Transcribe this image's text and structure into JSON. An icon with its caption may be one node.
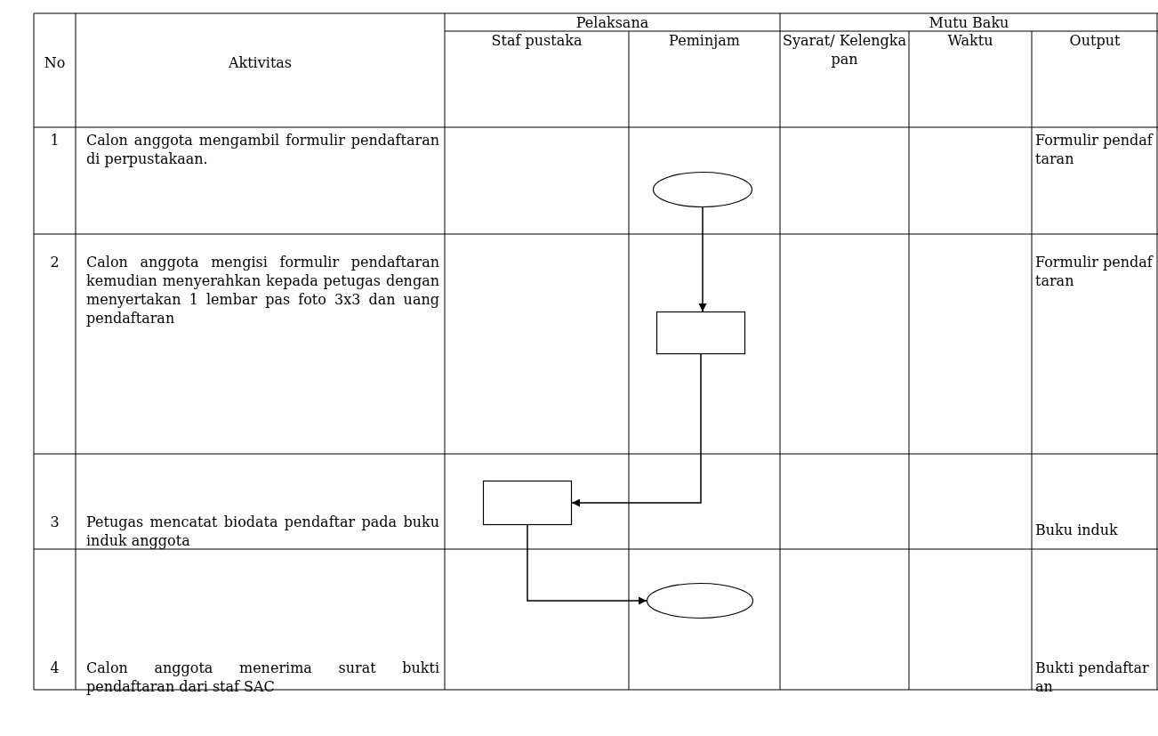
{
  "diagram": {
    "nodes": [
      {
        "text": [],
        "shape": "ellipse"
      },
      {
        "text": [],
        "shape": "box"
      },
      {
        "text": [],
        "shape": "box"
      },
      {
        "text": [],
        "shape": "ellipse"
      }
    ],
    "edges": [
      {
        "from": 0,
        "to": 1,
        "arrow": "to"
      },
      {
        "from": 1,
        "to": 2,
        "arrow": "to"
      },
      {
        "from": 2,
        "to": 3,
        "arrow": "to"
      }
    ],
    "labels": [
      "No",
      "Aktivitas",
      "Pelaksana",
      "Mutu Baku",
      "Staf pustaka",
      "Peminjam",
      "Syarat/ Kelengkapan",
      "Waktu",
      "Output",
      "1",
      "Calon anggota mengambil formulir pendaftaran di perpustakaan.",
      "Formulir pendaftaran",
      "2",
      "Calon anggota mengisi formulir pendaftaran kemudian menyerahkan kepada petugas dengan menyertakan 1 lembar pas foto 3x3 dan uang pendaftaran",
      "Formulir pendaftaran",
      "3",
      "Petugas mencatat biodata pendaftar pada buku induk anggota",
      "Buku induk",
      "4",
      "Calon anggota menerima surat bukti pendaftaran dari staf SAC",
      "Bukti pendaftaran"
    ]
  }
}
